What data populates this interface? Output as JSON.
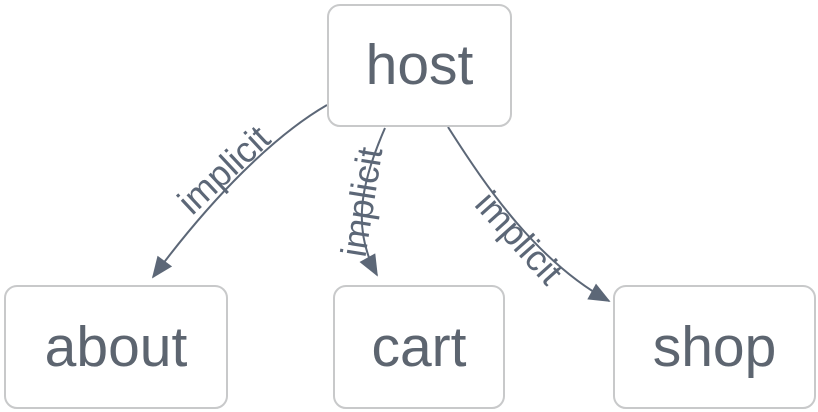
{
  "diagram": {
    "type": "flowchart",
    "direction": "top-down",
    "nodes": [
      {
        "id": "host",
        "label": "host"
      },
      {
        "id": "about",
        "label": "about"
      },
      {
        "id": "cart",
        "label": "cart"
      },
      {
        "id": "shop",
        "label": "shop"
      }
    ],
    "edges": [
      {
        "from": "host",
        "to": "about",
        "label": "implicit"
      },
      {
        "from": "host",
        "to": "cart",
        "label": "implicit"
      },
      {
        "from": "host",
        "to": "shop",
        "label": "implicit"
      }
    ],
    "colors": {
      "background": "#ffffff",
      "node_fill": "#ffffff",
      "node_border": "#c8c9ca",
      "node_text": "#5d6570",
      "edge": "#5c6777",
      "edge_label": "#5c6777"
    }
  }
}
